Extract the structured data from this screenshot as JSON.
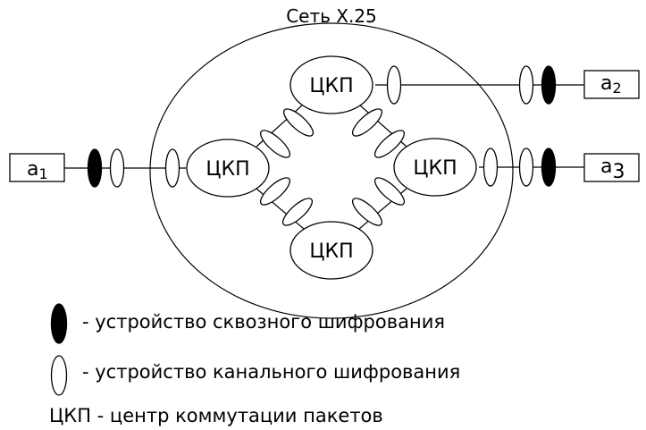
{
  "network_title": "Сеть X.25",
  "node_label": "ЦКП",
  "subscribers": [
    {
      "base": "a",
      "sub": "1"
    },
    {
      "base": "a",
      "sub": "2"
    },
    {
      "base": "a",
      "sub": "3"
    }
  ],
  "legend": {
    "end_to_end": "- устройство сквозного шифрования",
    "link": "- устройство канального шифрования",
    "abbreviation": "ЦКП - центр коммутации пакетов"
  }
}
